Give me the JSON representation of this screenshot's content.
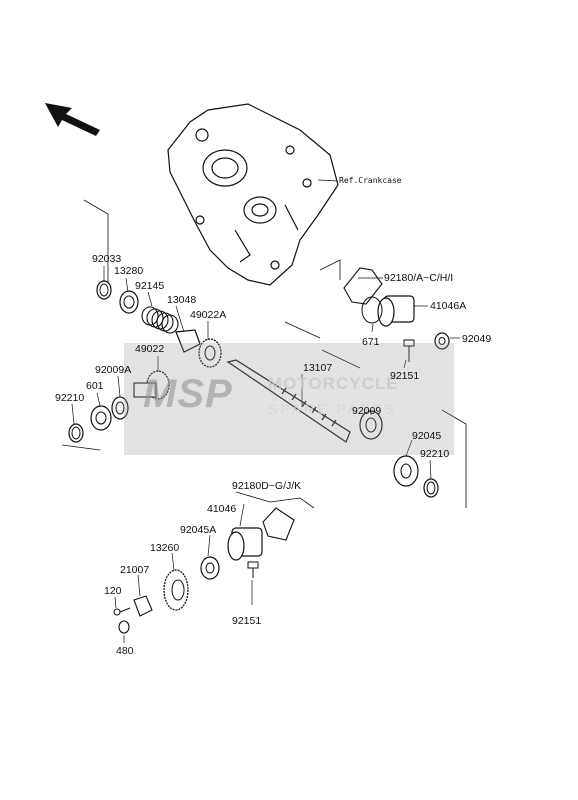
{
  "diagram": {
    "crankcase_ref": "Ref.Crankcase",
    "watermark": {
      "logo": "MSP",
      "title": "MOTORCYCLE",
      "subtitle": "SPARE PARTS"
    },
    "part_labels": {
      "p92033": "92033",
      "p13280": "13280",
      "p92145": "92145",
      "p13048": "13048",
      "p49022A": "49022A",
      "p49022": "49022",
      "p92009A": "92009A",
      "p601": "601",
      "p92210_left": "92210",
      "p13107": "13107",
      "p92180_top": "92180/A~C/H/I",
      "p41046A": "41046A",
      "p671": "671",
      "p92049": "92049",
      "p92151_top": "92151",
      "p92009": "92009",
      "p92045": "92045",
      "p92210_right": "92210",
      "p92180_bottom": "92180D~G/J/K",
      "p41046": "41046",
      "p92045A": "92045A",
      "p13260": "13260",
      "p21007": "21007",
      "p120": "120",
      "p480": "480",
      "p92151_bottom": "92151"
    }
  }
}
